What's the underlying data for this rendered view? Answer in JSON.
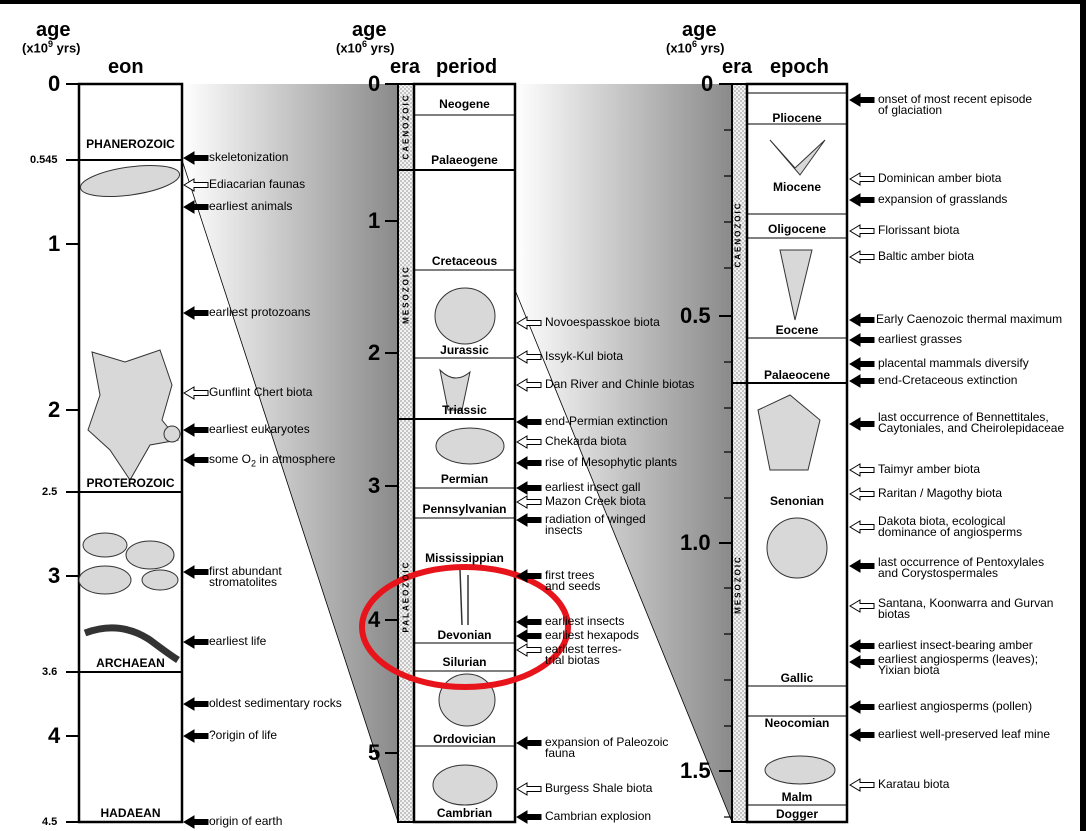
{
  "headers": {
    "eon_col": {
      "age": "age",
      "unit_prefix": "(x10",
      "unit_exp": "9",
      "unit_suffix": " yrs)",
      "title": "eon"
    },
    "period_col": {
      "age": "age",
      "unit_prefix": "(x10",
      "unit_exp": "6",
      "unit_suffix": " yrs)",
      "era": "era",
      "title": "period"
    },
    "epoch_col": {
      "age": "age",
      "unit_prefix": "(x10",
      "unit_exp": "6",
      "unit_suffix": " yrs)",
      "era": "era",
      "title": "epoch"
    }
  },
  "eon_ticks": [
    "0",
    "1",
    "2",
    "3",
    "4"
  ],
  "eon_small_ticks": [
    "0.545",
    "2.5",
    "3.6",
    "4.5"
  ],
  "eons": [
    "PHANEROZOIC",
    "PROTEROZOIC",
    "ARCHAEAN",
    "HADAEAN"
  ],
  "eon_annotations": [
    {
      "text": "skeletonization",
      "filled": true
    },
    {
      "text": "Ediacarian faunas",
      "filled": false
    },
    {
      "text": "earliest animals",
      "filled": true
    },
    {
      "text": "earliest protozoans",
      "filled": true
    },
    {
      "text": "Gunflint Chert biota",
      "filled": false
    },
    {
      "text": "earliest eukaryotes",
      "filled": true
    },
    {
      "text": "some O",
      "sub": "2",
      "tail": " in atmosphere",
      "filled": true
    },
    {
      "text": "first abundant\nstromatolites",
      "filled": true
    },
    {
      "text": "earliest life",
      "filled": true
    },
    {
      "text": "oldest sedimentary rocks",
      "filled": true
    },
    {
      "text": "?origin of life",
      "filled": true
    },
    {
      "text": "origin of earth",
      "filled": true
    }
  ],
  "period_ticks": [
    "0",
    "1",
    "2",
    "3",
    "4",
    "5"
  ],
  "period_eras": [
    "CAENOZOIC",
    "MESOZOIC",
    "PALAEOZOIC"
  ],
  "periods": [
    "Neogene",
    "Palaeogene",
    "Cretaceous",
    "Jurassic",
    "Triassic",
    "Permian",
    "Pennsylvanian",
    "Mississippian",
    "Devonian",
    "Silurian",
    "Ordovician",
    "Cambrian"
  ],
  "period_annotations": [
    {
      "text": "Novoespasskoe biota",
      "filled": false
    },
    {
      "text": "Issyk-Kul biota",
      "filled": false
    },
    {
      "text": "Dan River and Chinle biotas",
      "filled": false
    },
    {
      "text": "end-Permian extinction",
      "filled": true
    },
    {
      "text": "Chekarda biota",
      "filled": false
    },
    {
      "text": "rise of Mesophytic plants",
      "filled": true
    },
    {
      "text": "earliest insect gall",
      "filled": true
    },
    {
      "text": "Mazon Creek biota",
      "filled": false
    },
    {
      "text": "radiation of winged\ninsects",
      "filled": true
    },
    {
      "text": "first trees\nand seeds",
      "filled": true
    },
    {
      "text": "earliest insects",
      "filled": true
    },
    {
      "text": "earliest hexapods",
      "filled": true
    },
    {
      "text": "earliest terres-\ntrial biotas",
      "filled": false
    },
    {
      "text": "expansion of Paleozoic\nfauna",
      "filled": true
    },
    {
      "text": "Burgess Shale biota",
      "filled": false
    },
    {
      "text": "Cambrian explosion",
      "filled": true
    }
  ],
  "epoch_ticks": [
    "0",
    "0.5",
    "1.0",
    "1.5"
  ],
  "epoch_eras": [
    "CAENOZOIC",
    "MESOZOIC"
  ],
  "epochs": [
    "Pliocene",
    "Miocene",
    "Oligocene",
    "Eocene",
    "Palaeocene",
    "Senonian",
    "Gallic",
    "Neocomian",
    "Malm",
    "Dogger"
  ],
  "epoch_annotations": [
    {
      "text": "onset of most recent episode\nof glaciation",
      "filled": true
    },
    {
      "text": "Dominican amber biota",
      "filled": false
    },
    {
      "text": "expansion of grasslands",
      "filled": true
    },
    {
      "text": "Florissant biota",
      "filled": false
    },
    {
      "text": "Baltic amber biota",
      "filled": false
    },
    {
      "text": "Early Caenozoic thermal maximum",
      "filled": true
    },
    {
      "text": "earliest grasses",
      "filled": true
    },
    {
      "text": "placental mammals diversify",
      "filled": true
    },
    {
      "text": "end-Cretaceous extinction",
      "filled": true
    },
    {
      "text": "last occurrence of Bennettitales,\nCaytoniales, and Cheirolepidaceae",
      "filled": true
    },
    {
      "text": "Taimyr amber biota",
      "filled": false
    },
    {
      "text": "Raritan / Magothy biota",
      "filled": false
    },
    {
      "text": "Dakota biota, ecological\ndominance of angiosperms",
      "filled": false
    },
    {
      "text": "last occurrence of Pentoxylales\nand Corystospermales",
      "filled": true
    },
    {
      "text": "Santana, Koonwarra and Gurvan\nbiotas",
      "filled": false
    },
    {
      "text": "earliest insect-bearing amber",
      "filled": true
    },
    {
      "text": "earliest angiosperms (leaves);\nYixian biota",
      "filled": true
    },
    {
      "text": "earliest angiosperms (pollen)",
      "filled": true
    },
    {
      "text": "earliest well-preserved leaf mine",
      "filled": true
    },
    {
      "text": "Karatau biota",
      "filled": false
    }
  ],
  "highlight": {
    "shape": "ellipse",
    "color": "#e8141b"
  }
}
